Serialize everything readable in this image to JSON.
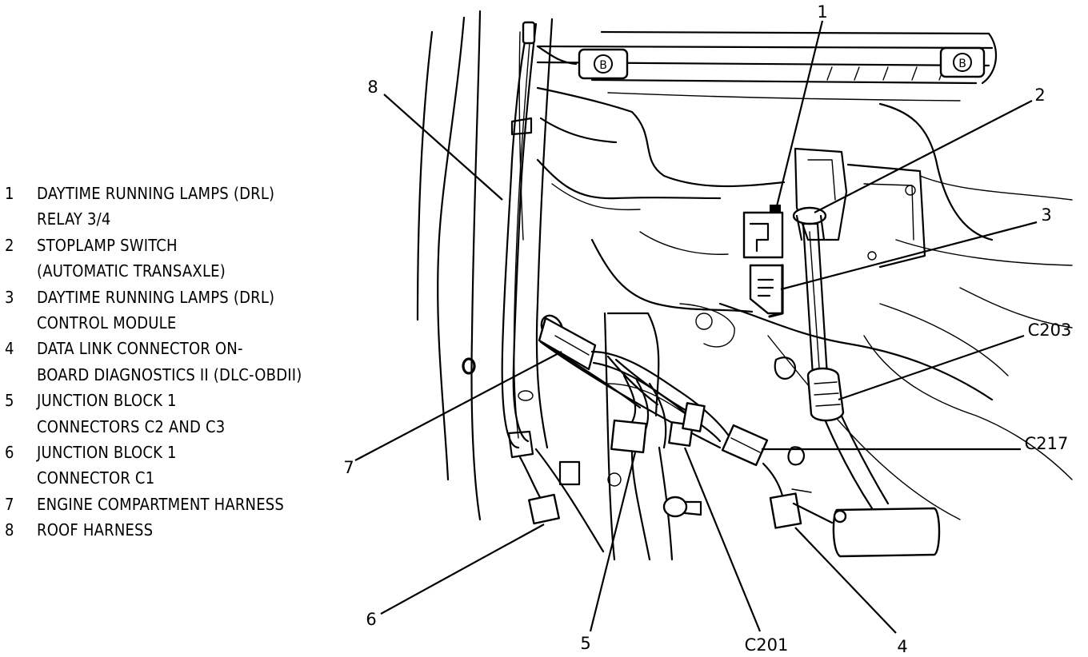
{
  "legend": {
    "items": [
      {
        "num": "1",
        "lines": [
          "DAYTIME RUNNING LAMPS (DRL)",
          "RELAY 3/4"
        ]
      },
      {
        "num": "2",
        "lines": [
          "STOPLAMP SWITCH",
          "(AUTOMATIC TRANSAXLE)"
        ]
      },
      {
        "num": "3",
        "lines": [
          "DAYTIME RUNNING LAMPS (DRL)",
          "CONTROL MODULE"
        ]
      },
      {
        "num": "4",
        "lines": [
          "DATA LINK CONNECTOR ON-",
          "BOARD DIAGNOSTICS II (DLC-OBDII)"
        ]
      },
      {
        "num": "5",
        "lines": [
          "JUNCTION BLOCK 1",
          "CONNECTORS C2 AND C3"
        ]
      },
      {
        "num": "6",
        "lines": [
          "JUNCTION BLOCK 1",
          "CONNECTOR C1"
        ]
      },
      {
        "num": "7",
        "lines": [
          "ENGINE COMPARTMENT HARNESS"
        ]
      },
      {
        "num": "8",
        "lines": [
          "ROOF HARNESS"
        ]
      }
    ]
  },
  "callouts": {
    "c1": "1",
    "c2": "2",
    "c3": "3",
    "c203": "C203",
    "c217": "C217",
    "c4": "4",
    "c201": "C201",
    "c5": "5",
    "c6": "6",
    "c7": "7",
    "c8": "8"
  },
  "clips": {
    "left": "B",
    "right": "B"
  }
}
